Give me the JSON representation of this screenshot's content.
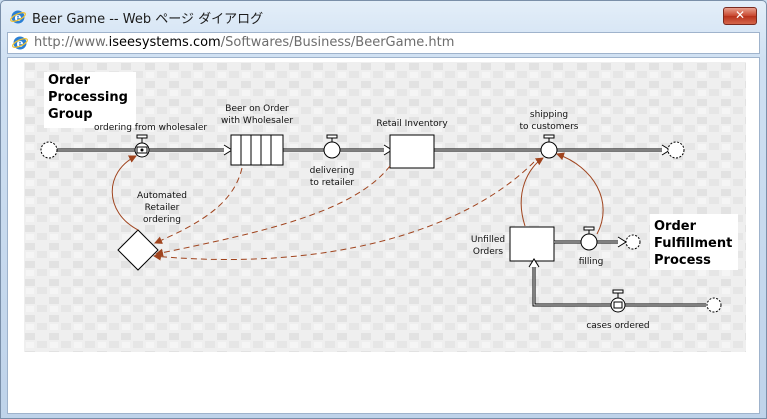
{
  "window": {
    "title": "Beer Game -- Web ページ ダイアログ",
    "close_label": "✕",
    "url_prefix": "http://www.",
    "url_domain": "iseesystems.com",
    "url_path": "/Softwares/Business/BeerGame.htm"
  },
  "diagram": {
    "groups": {
      "order_processing": [
        "Order",
        "Processing",
        "Group"
      ],
      "order_fulfillment": [
        "Order",
        "Fulfillment",
        "Process"
      ]
    },
    "labels": {
      "ordering_from_wholesaler": "ordering from wholesaler",
      "beer_on_order": [
        "Beer on Order",
        "with Wholesaler"
      ],
      "retail_inventory": "Retail Inventory",
      "shipping": [
        "shipping",
        "to customers"
      ],
      "automated": [
        "Automated",
        "Retailer",
        "ordering"
      ],
      "delivering": [
        "delivering",
        "to retailer"
      ],
      "unfilled": [
        "Unfilled",
        "Orders"
      ],
      "filling": "filling",
      "cases_ordered": "cases ordered"
    },
    "colors": {
      "connector": "#a0441e",
      "background_tile": "#ebebeb",
      "flow": "#000000"
    }
  }
}
